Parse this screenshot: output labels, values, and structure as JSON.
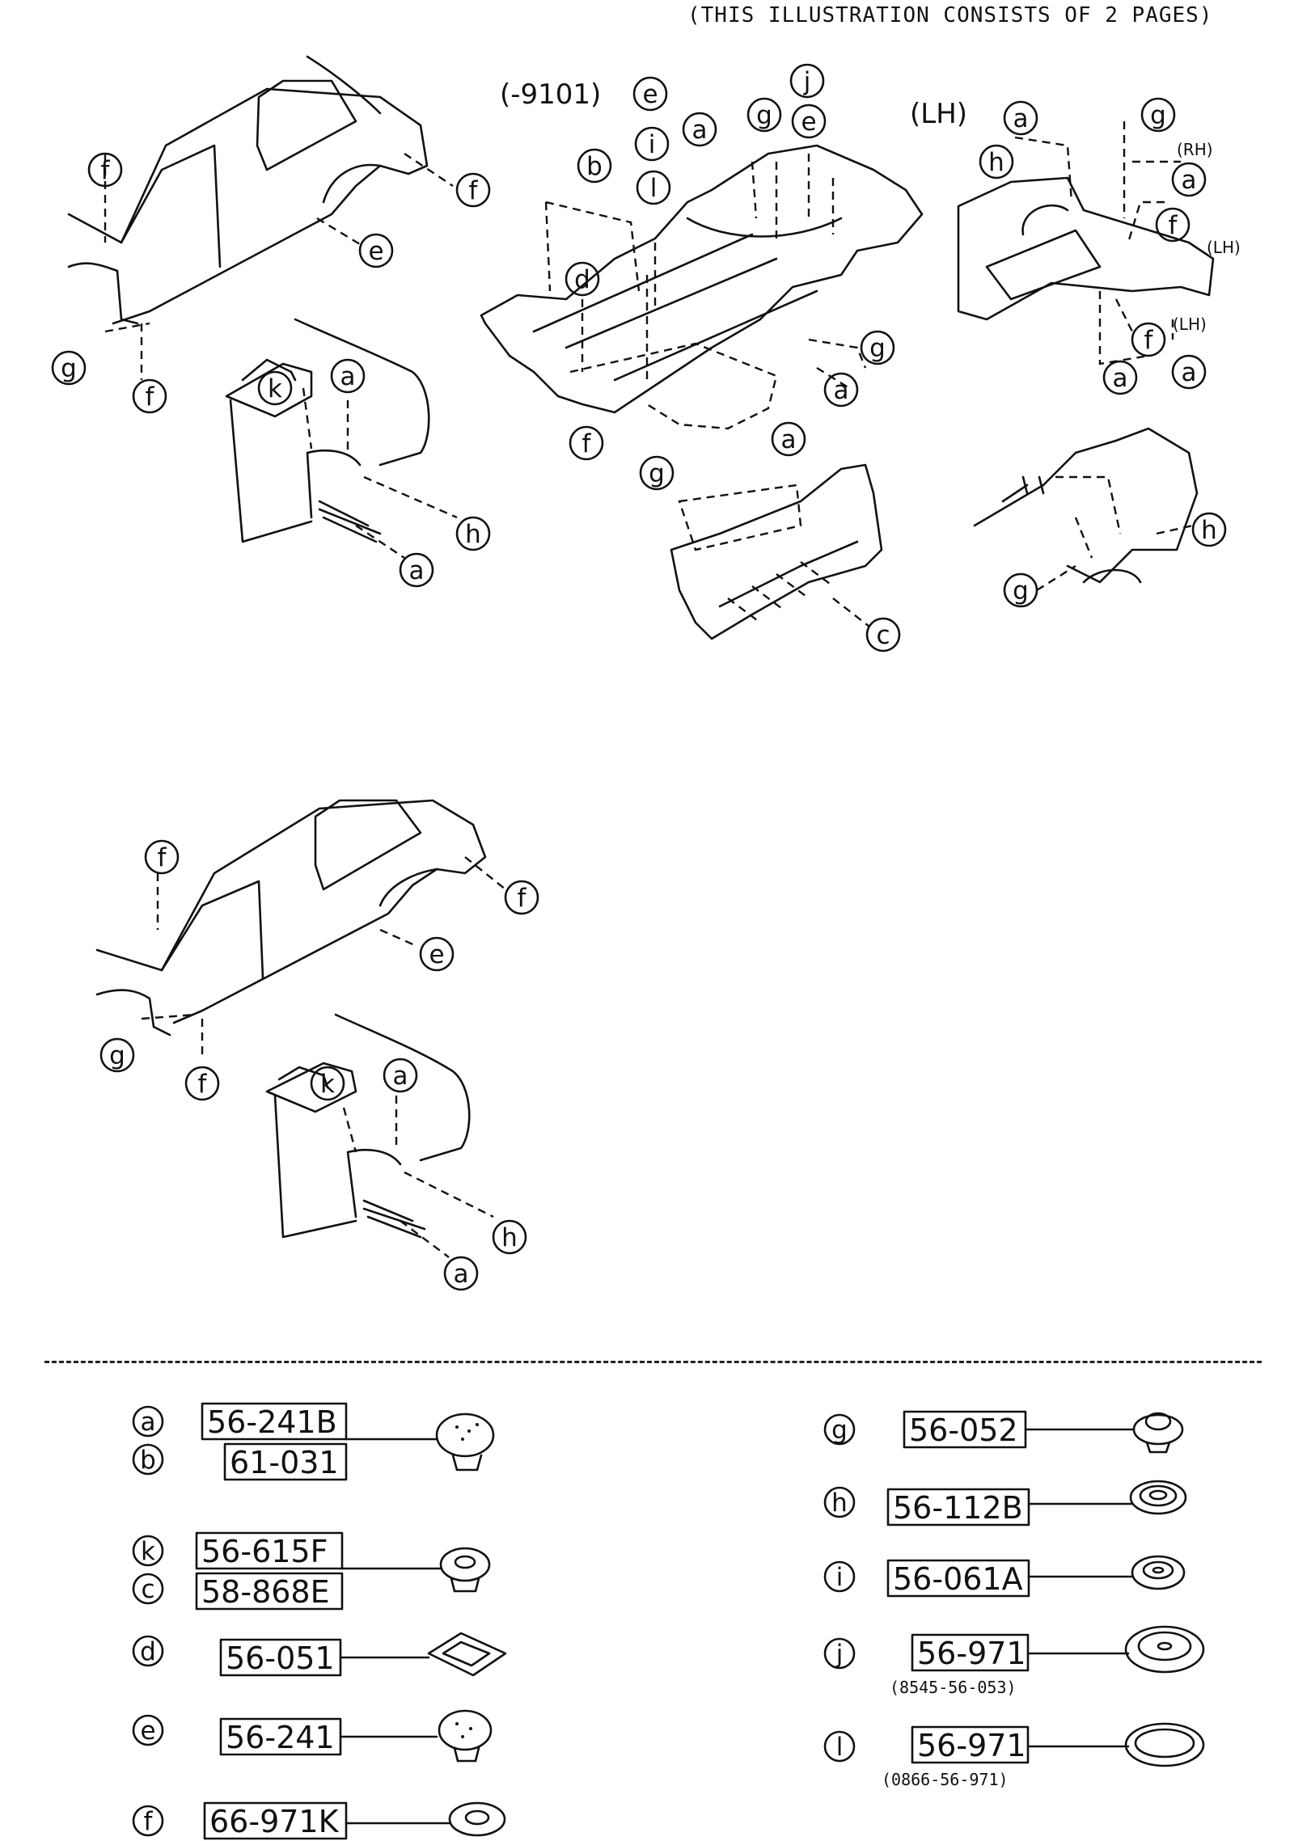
{
  "header": {
    "note": "(THIS ILLUSTRATION CONSISTS OF  2 PAGES)"
  },
  "upper": {
    "code_label": "(-9101)",
    "lh": "(LH)",
    "rh": "(RH)",
    "lh_small": "(LH)"
  },
  "legend_left": [
    {
      "letters": [
        "a",
        "b"
      ],
      "parts": [
        "56-241B",
        "61-031"
      ],
      "icon": "round-clip-icon"
    },
    {
      "letters": [
        "k",
        "c"
      ],
      "parts": [
        "56-615F",
        "58-868E"
      ],
      "icon": "button-plug-icon"
    },
    {
      "letters": [
        "d"
      ],
      "parts": [
        "56-051"
      ],
      "icon": "square-plug-icon"
    },
    {
      "letters": [
        "e"
      ],
      "parts": [
        "56-241"
      ],
      "icon": "round-clip-icon"
    },
    {
      "letters": [
        "f"
      ],
      "parts": [
        "66-971K"
      ],
      "icon": "ring-plug-icon"
    }
  ],
  "legend_right": [
    {
      "letter": "g",
      "part": "56-052",
      "sub": "",
      "icon": "cap-plug-icon"
    },
    {
      "letter": "h",
      "part": "56-112B",
      "sub": "",
      "icon": "oval-plug-icon"
    },
    {
      "letter": "i",
      "part": "56-061A",
      "sub": "",
      "icon": "cup-plug-icon"
    },
    {
      "letter": "j",
      "part": "56-971",
      "sub": "(8545-56-053)",
      "icon": "grommet-icon"
    },
    {
      "letter": "l",
      "part": "56-971",
      "sub": "(0866-56-971)",
      "icon": "flat-grommet-icon"
    }
  ]
}
